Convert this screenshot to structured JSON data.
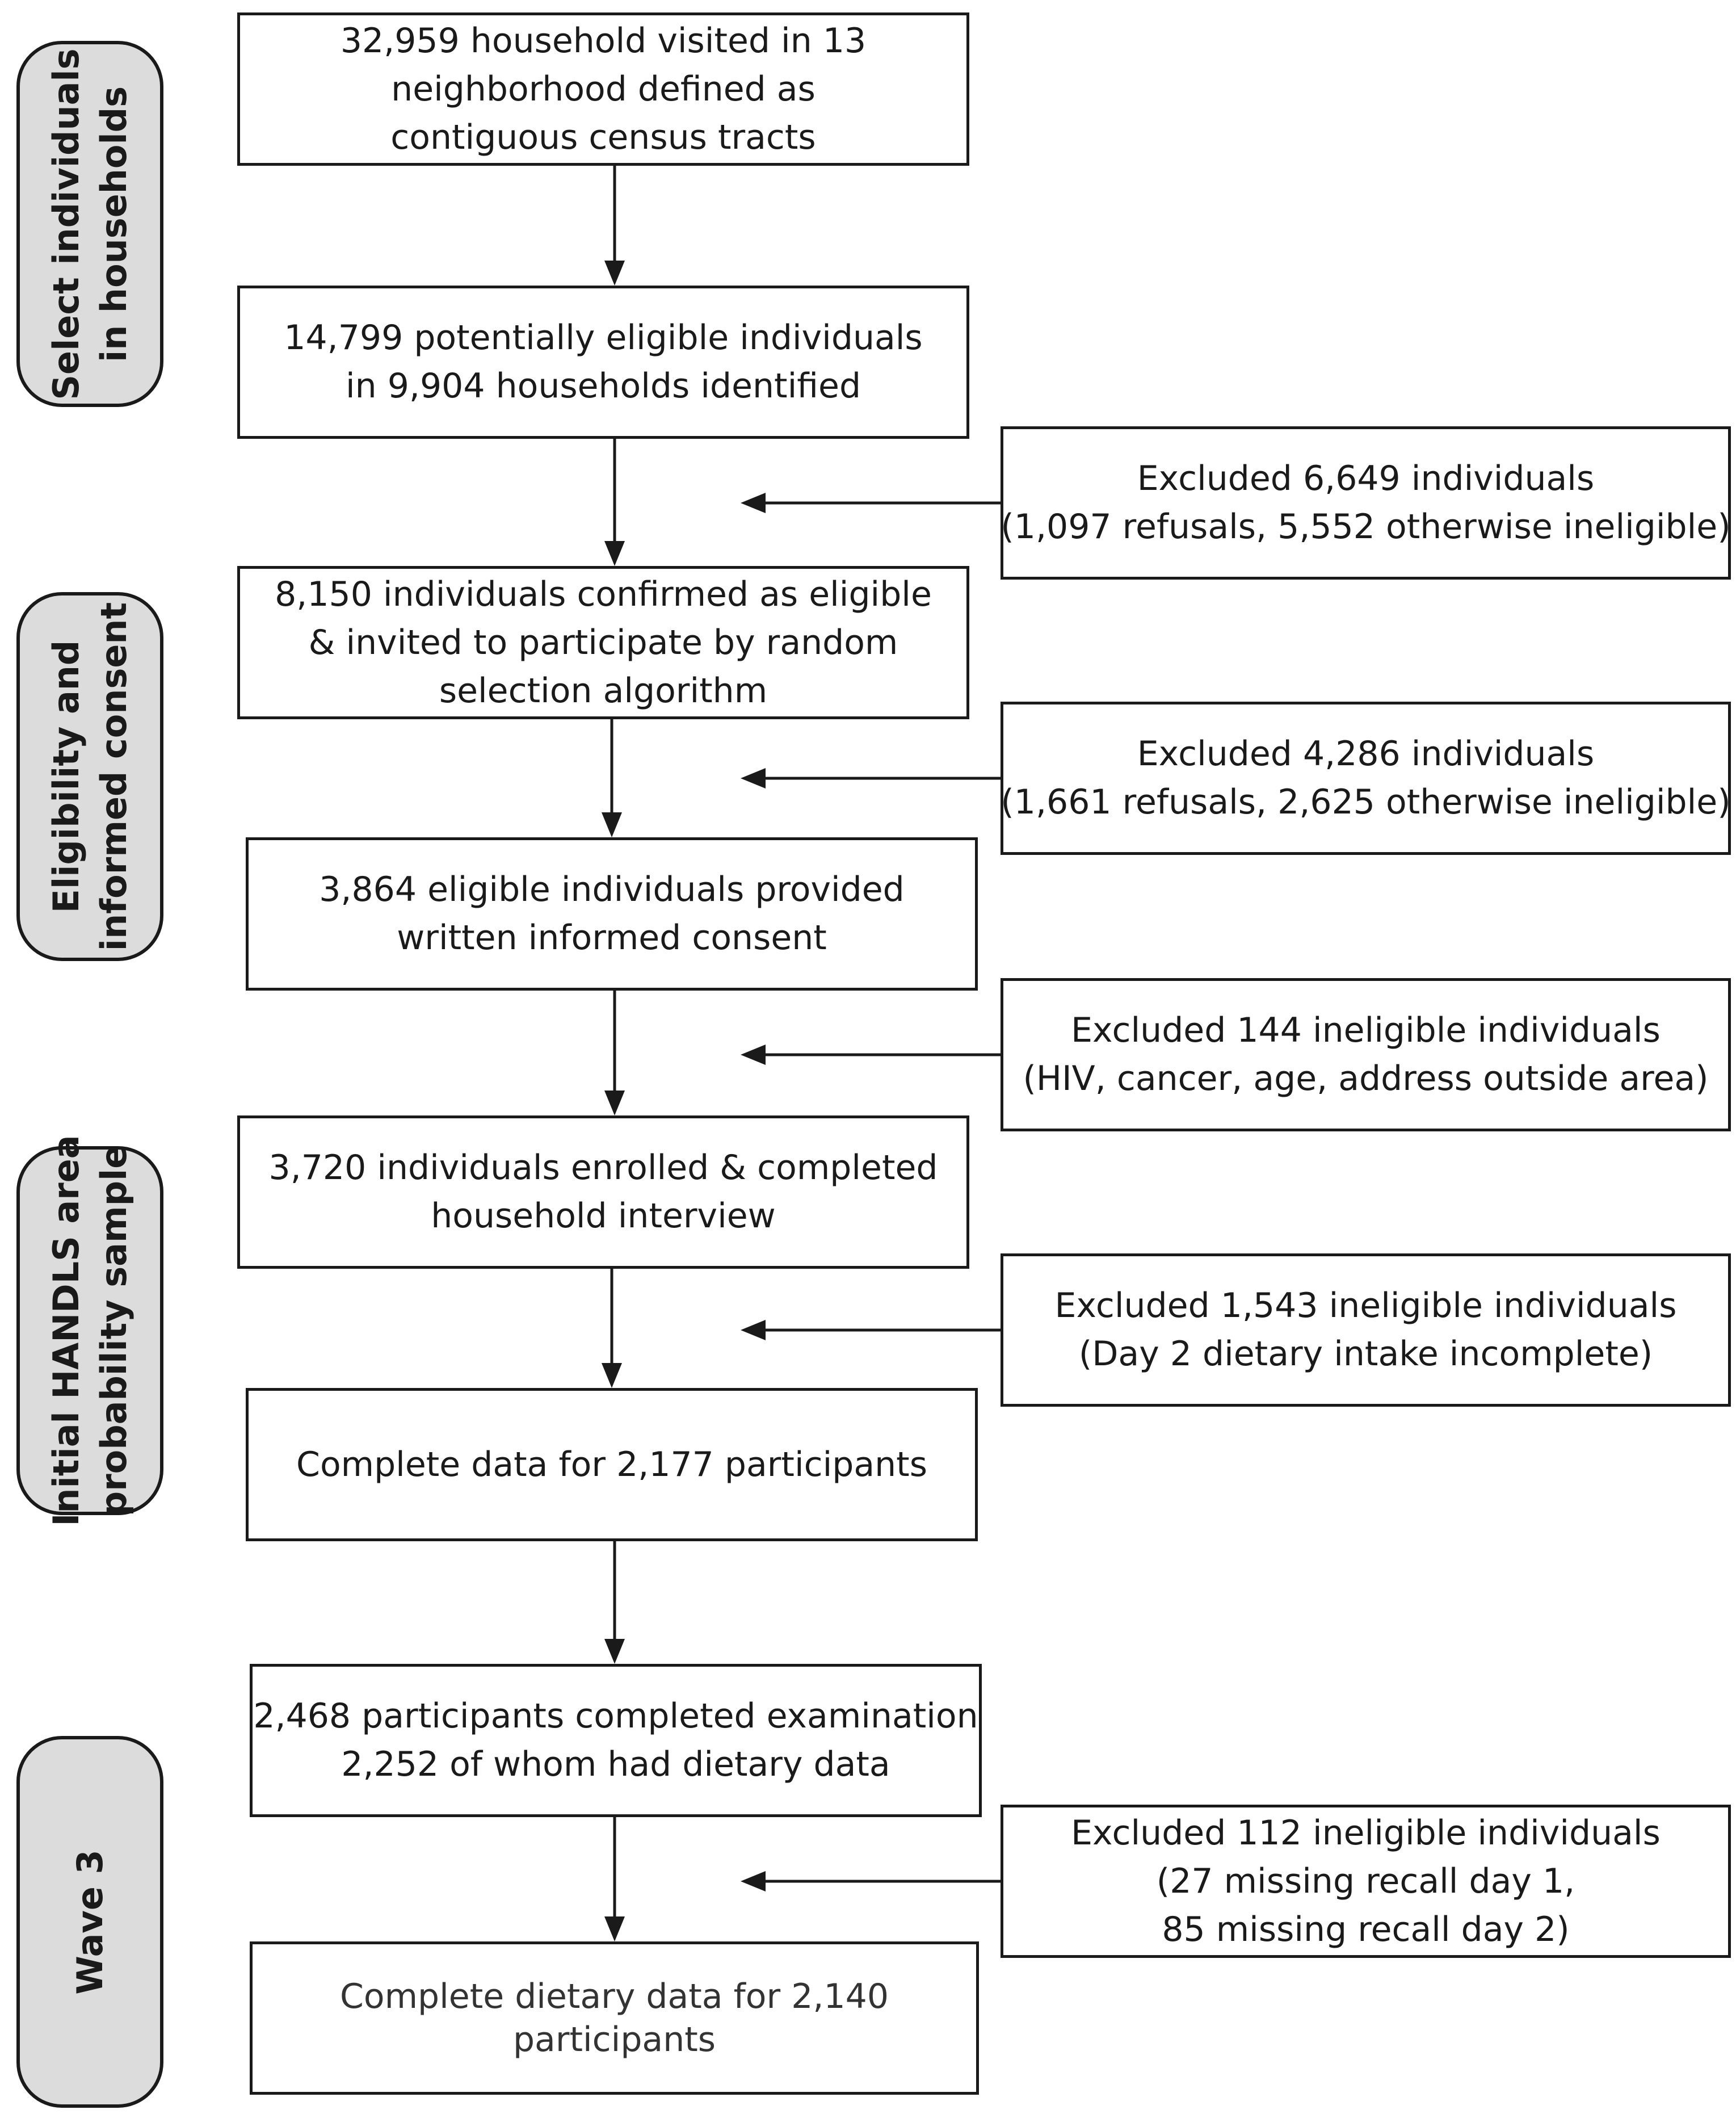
{
  "stages": [
    {
      "id": "select",
      "lines": [
        "Select individuals",
        "in households"
      ]
    },
    {
      "id": "eligibility",
      "lines": [
        "Eligibility and",
        "informed consent"
      ]
    },
    {
      "id": "initial",
      "lines": [
        "Initial HANDLS area",
        "probability sample"
      ]
    },
    {
      "id": "wave3",
      "lines": [
        "Wave 3"
      ]
    }
  ],
  "main_boxes": [
    {
      "id": "households-visited",
      "lines": [
        "32,959 household visited in 13",
        "neighborhood defined as",
        "contiguous census tracts"
      ]
    },
    {
      "id": "potentially-eligible",
      "lines": [
        "14,799 potentially eligible individuals",
        "in 9,904 households identified"
      ]
    },
    {
      "id": "confirmed-eligible",
      "lines": [
        "8,150 individuals confirmed as eligible",
        "& invited to participate by random",
        "selection algorithm"
      ]
    },
    {
      "id": "informed-consent",
      "lines": [
        "3,864 eligible individuals provided",
        "written informed consent"
      ]
    },
    {
      "id": "enrolled",
      "lines": [
        "3,720 individuals enrolled & completed",
        "household interview"
      ]
    },
    {
      "id": "complete-data",
      "lines": [
        "Complete data for 2,177 participants"
      ]
    },
    {
      "id": "examination",
      "lines": [
        "2,468 participants completed examination",
        "2,252 of whom had dietary data"
      ]
    },
    {
      "id": "complete-dietary",
      "lines": [
        "Complete dietary data for 2,140",
        "participants"
      ]
    }
  ],
  "exclusion_boxes": [
    {
      "id": "excluded-6649",
      "lines": [
        "Excluded 6,649 individuals",
        "(1,097 refusals, 5,552 otherwise ineligible)"
      ]
    },
    {
      "id": "excluded-4286",
      "lines": [
        "Excluded 4,286 individuals",
        "(1,661 refusals, 2,625 otherwise ineligible)"
      ]
    },
    {
      "id": "excluded-144",
      "lines": [
        "Excluded 144 ineligible individuals",
        "(HIV, cancer, age, address outside area)"
      ]
    },
    {
      "id": "excluded-1543",
      "lines": [
        "Excluded 1,543 ineligible individuals",
        "(Day 2 dietary intake incomplete)"
      ]
    },
    {
      "id": "excluded-112",
      "lines": [
        "Excluded 112 ineligible individuals",
        "(27 missing recall day 1,",
        "85 missing recall day 2)"
      ]
    }
  ]
}
